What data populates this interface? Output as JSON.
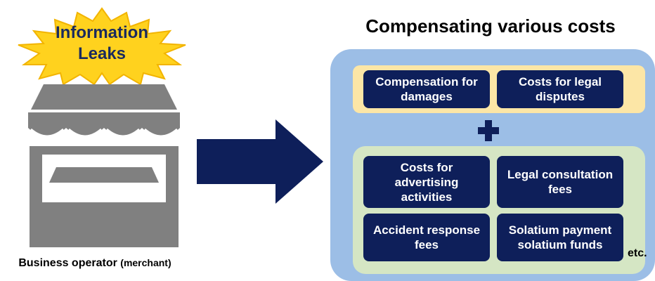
{
  "burst": {
    "line1": "Information",
    "line2": "Leaks",
    "fill": "#ffd21e",
    "text_color": "#1a2a5e"
  },
  "merchant": {
    "label_main": "Business operator",
    "label_sub": "(merchant)",
    "icon": "storefront-icon",
    "icon_color": "#808080"
  },
  "arrow": {
    "icon": "arrow-right-icon",
    "color": "#0e1f5a"
  },
  "title": "Compensating various costs",
  "top_group": {
    "items": [
      "Compensation for damages",
      "Costs for legal disputes"
    ]
  },
  "plus": {
    "icon": "plus-icon",
    "color": "#0e1f5a"
  },
  "bottom_group": {
    "items": [
      "Costs for advertising activities",
      "Legal consultation fees",
      "Accident response fees",
      "Solatium payment solatium funds"
    ]
  },
  "etc": "etc.",
  "colors": {
    "outer_panel": "#9cbee6",
    "top_group": "#fce6a6",
    "bottom_group": "#d5e6c4",
    "box": "#0e1f5a"
  }
}
